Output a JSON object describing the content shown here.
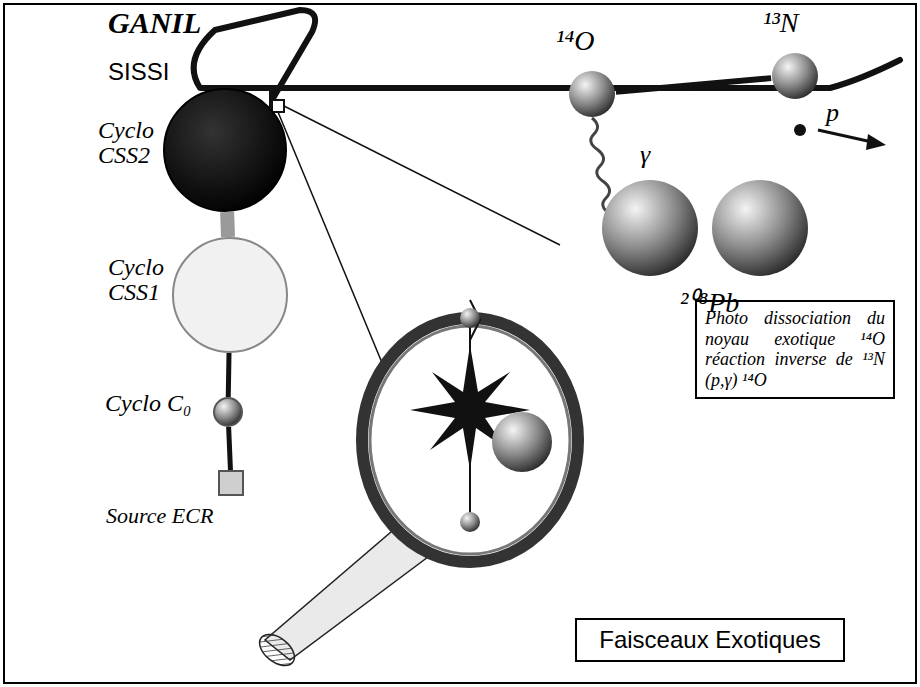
{
  "diagram": {
    "nodes": [
      {
        "text": [
          "Cyclo CSS2"
        ]
      },
      {
        "text": [
          "Cyclo CSS1"
        ]
      },
      {
        "text": [
          "Cyclo C₀"
        ]
      },
      {
        "text": [
          "Source ECR"
        ]
      },
      {
        "text": [
          "¹⁴O"
        ]
      },
      {
        "text": [
          "¹³N"
        ]
      },
      {
        "text": [
          "Photo dissociation du noyau exotique ¹⁴O réaction inverse de ¹³N (p,γ) ¹⁴O"
        ]
      },
      {
        "text": [
          "Faisceaux Exotiques"
        ]
      }
    ],
    "edges": [
      {
        "from": 3,
        "to": 2,
        "arrow": "none"
      },
      {
        "from": 2,
        "to": 1,
        "arrow": "none"
      },
      {
        "from": 1,
        "to": 0,
        "arrow": "none"
      },
      {
        "from": 4,
        "to": 5,
        "arrow": "none"
      }
    ],
    "labels": [
      "GANIL",
      "SISSI",
      "γ",
      "p",
      "²⁰⁸Pb"
    ]
  }
}
